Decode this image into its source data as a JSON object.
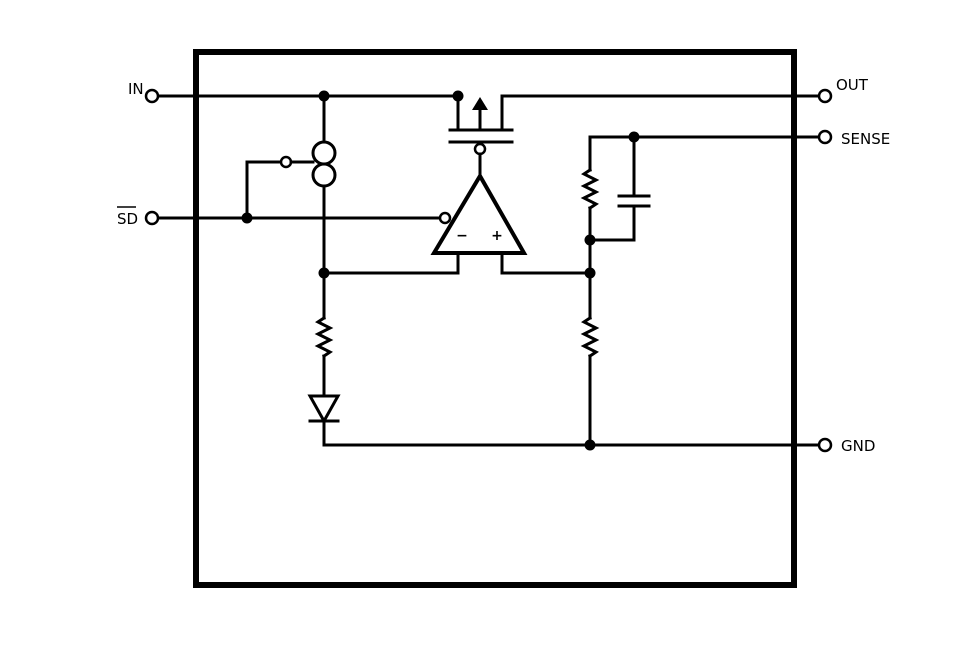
{
  "pins": {
    "in": "IN",
    "sd": "SD",
    "out": "OUT",
    "sense": "SENSE",
    "gnd": "GND"
  },
  "amplifier": {
    "minus": "−",
    "plus": "+"
  },
  "colors": {
    "line": "#000000",
    "background": "#ffffff"
  }
}
